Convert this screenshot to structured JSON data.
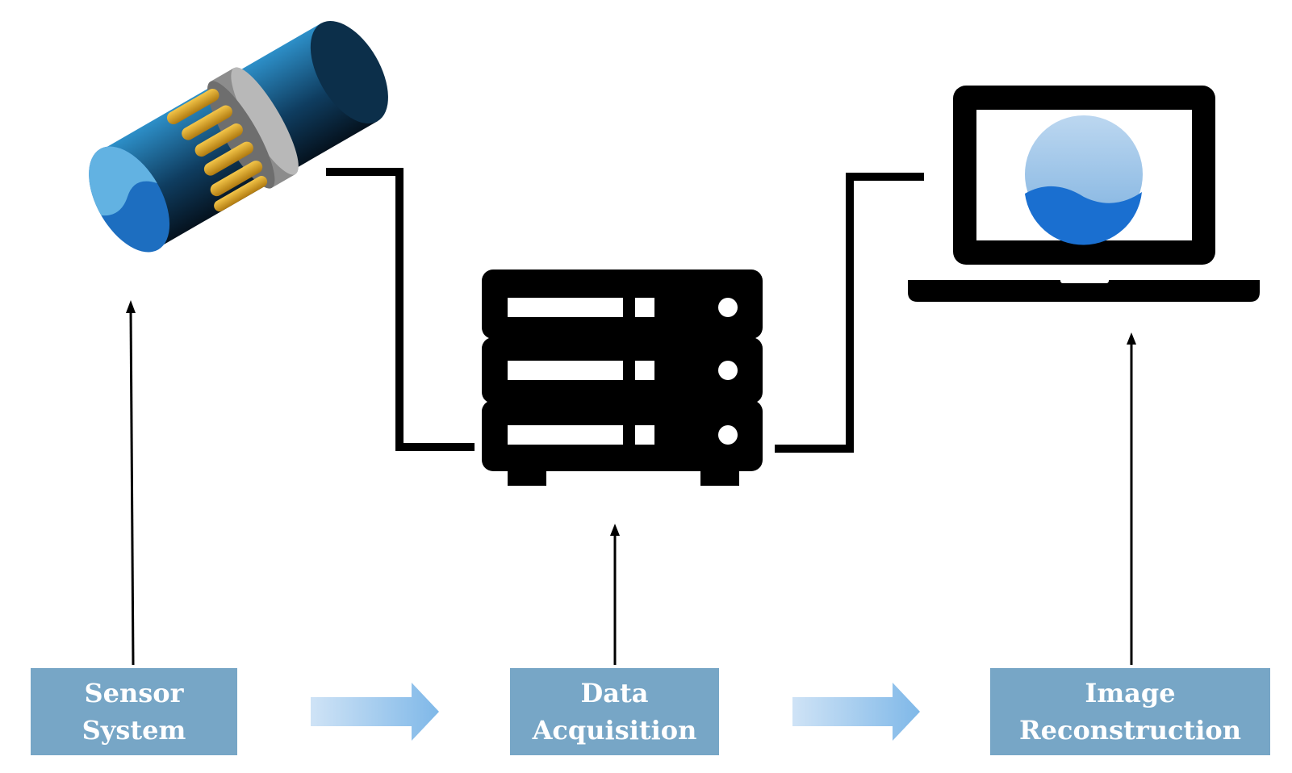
{
  "stages": {
    "sensor": {
      "line1": "Sensor",
      "line2": "System"
    },
    "daq": {
      "line1": "Data",
      "line2": "Acquisition"
    },
    "image": {
      "line1": "Image",
      "line2": "Reconstruction"
    }
  },
  "icons": {
    "sensor": "pipe-with-electrode-ring-icon",
    "daq": "server-rack-icon",
    "image": "laptop-icon"
  },
  "colors": {
    "stage_box": "#77a6c6",
    "stage_text": "#ffffff",
    "flow_arrow": "#9cc6ea",
    "pipe_fill": "#1f6fc0",
    "pipe_light": "#5fb0e0",
    "electrodes": "#e0a722",
    "hardware": "#000000",
    "screen_water": "#1a6fd0",
    "screen_sky": "#9fc6ea"
  }
}
